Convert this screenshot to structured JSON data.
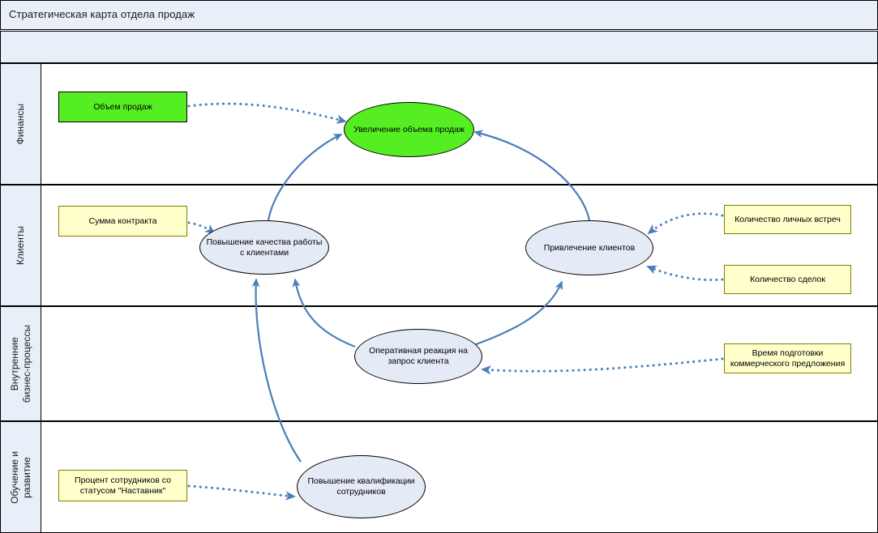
{
  "header": {
    "title": "Стратегическая карта отдела продаж"
  },
  "perspectives": [
    {
      "label": "Финансы"
    },
    {
      "label": "Клиенты"
    },
    {
      "label": "Внутренние\nбизнес-процессы"
    },
    {
      "label": "Обучение и\nразвитие"
    }
  ],
  "objectives": [
    {
      "id": "obj-sales-growth",
      "label": "Увеличение объема продаж"
    },
    {
      "id": "obj-client-quality",
      "label": "Повышение качества работы с клиентами"
    },
    {
      "id": "obj-client-acq",
      "label": "Привлечение клиентов"
    },
    {
      "id": "obj-fast-response",
      "label": "Оперативная реакция на запрос клиента"
    },
    {
      "id": "obj-staff-skills",
      "label": "Повышение квалификации сотрудников"
    }
  ],
  "measures": [
    {
      "id": "m-sales-volume",
      "label": "Объем продаж"
    },
    {
      "id": "m-contract-sum",
      "label": "Сумма контракта"
    },
    {
      "id": "m-meetings-count",
      "label": "Количество личных встреч"
    },
    {
      "id": "m-deals-count",
      "label": "Количество сделок"
    },
    {
      "id": "m-offer-time",
      "label": "Время подготовки коммерческого предложения"
    },
    {
      "id": "m-mentor-percent",
      "label": "Процент сотрудников со статусом \"Наставник\""
    }
  ],
  "colors": {
    "band_background": "#E8EFF9",
    "measure_fill": "#FFFFCC",
    "measure_border": "#808000",
    "objective_fill": "#E4EAF6",
    "highlight_green": "#55EE22",
    "connector": "#4A7EBB",
    "frame_line": "#000000"
  },
  "links": [
    {
      "from": "m-sales-volume",
      "to": "obj-sales-growth",
      "style": "dotted"
    },
    {
      "from": "m-contract-sum",
      "to": "obj-client-quality",
      "style": "dotted"
    },
    {
      "from": "m-meetings-count",
      "to": "obj-client-acq",
      "style": "dotted"
    },
    {
      "from": "m-deals-count",
      "to": "obj-client-acq",
      "style": "dotted"
    },
    {
      "from": "m-offer-time",
      "to": "obj-fast-response",
      "style": "dotted"
    },
    {
      "from": "m-mentor-percent",
      "to": "obj-staff-skills",
      "style": "dotted"
    },
    {
      "from": "obj-client-quality",
      "to": "obj-sales-growth",
      "style": "solid"
    },
    {
      "from": "obj-client-acq",
      "to": "obj-sales-growth",
      "style": "solid"
    },
    {
      "from": "obj-fast-response",
      "to": "obj-client-quality",
      "style": "solid"
    },
    {
      "from": "obj-fast-response",
      "to": "obj-client-acq",
      "style": "solid"
    },
    {
      "from": "obj-staff-skills",
      "to": "obj-client-quality",
      "style": "solid"
    }
  ]
}
